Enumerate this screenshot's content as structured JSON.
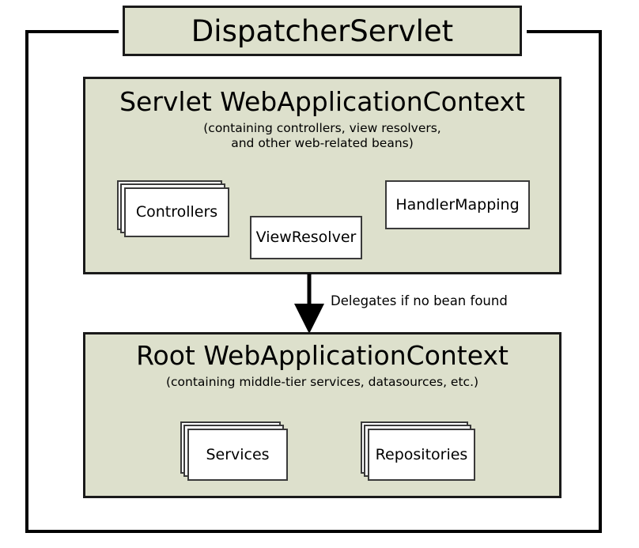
{
  "diagram": {
    "title": "DispatcherServlet",
    "arrow": {
      "label": "Delegates if no bean found",
      "icon": "down-arrow-icon"
    },
    "contexts": [
      {
        "id": "servlet",
        "heading": "Servlet WebApplicationContext",
        "subtitle_lines": [
          "(containing controllers, view resolvers,",
          "and other web-related beans)"
        ],
        "beans": [
          {
            "label": "Controllers",
            "stacked": true
          },
          {
            "label": "ViewResolver",
            "stacked": false
          },
          {
            "label": "HandlerMapping",
            "stacked": false
          }
        ]
      },
      {
        "id": "root",
        "heading": "Root WebApplicationContext",
        "subtitle_lines": [
          "(containing middle-tier services, datasources, etc.)"
        ],
        "beans": [
          {
            "label": "Services",
            "stacked": true
          },
          {
            "label": "Repositories",
            "stacked": true
          }
        ]
      }
    ]
  },
  "colors": {
    "context_fill": "#dde0cc",
    "bean_fill": "#ffffff",
    "stroke": "#1a1a1a",
    "bean_stroke": "#3a3a3a",
    "background": "#ffffff"
  }
}
